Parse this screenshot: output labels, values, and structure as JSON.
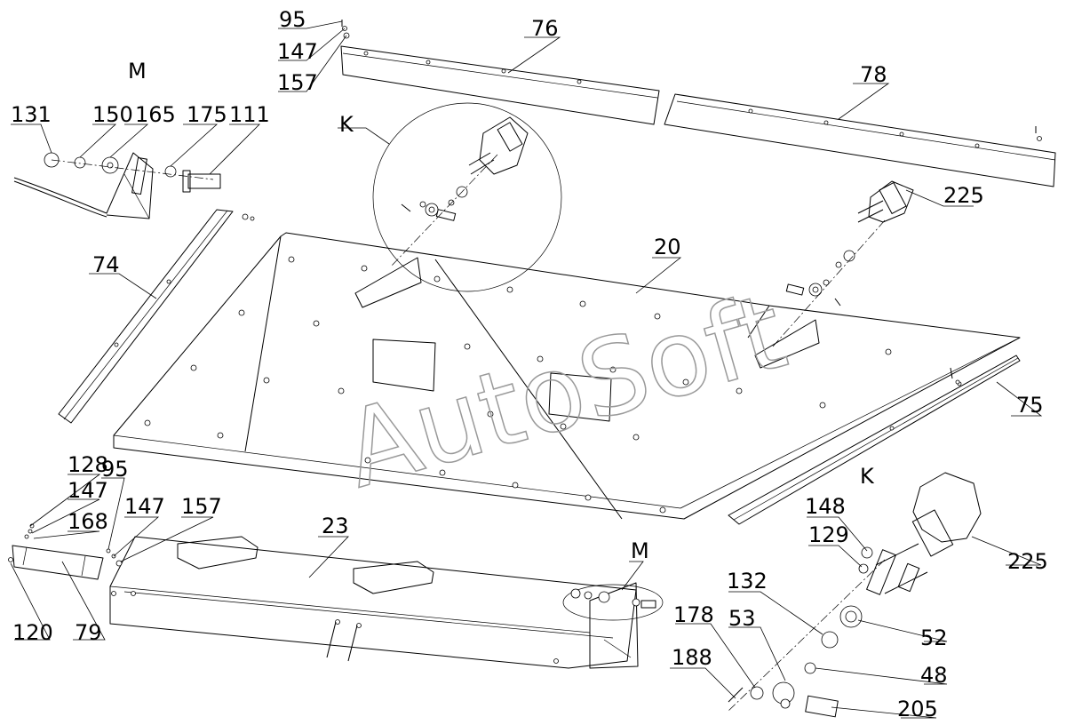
{
  "watermark": "AutoSoft",
  "labels": {
    "m_top": "M",
    "k_top": "K",
    "k_bottom": "K",
    "m_bottom": "M",
    "p95a": "95",
    "p147a": "147",
    "p157a": "157",
    "p76": "76",
    "p78": "78",
    "p131": "131",
    "p150": "150",
    "p165": "165",
    "p175": "175",
    "p111": "111",
    "p74": "74",
    "p20": "20",
    "p225a": "225",
    "p75": "75",
    "p128": "128",
    "p147b": "147",
    "p168": "168",
    "p95b": "95",
    "p147c": "147",
    "p157b": "157",
    "p23": "23",
    "p120": "120",
    "p79": "79",
    "p148": "148",
    "p129": "129",
    "p225b": "225",
    "p132": "132",
    "p52": "52",
    "p178": "178",
    "p53": "53",
    "p48": "48",
    "p188": "188",
    "p205": "205"
  }
}
